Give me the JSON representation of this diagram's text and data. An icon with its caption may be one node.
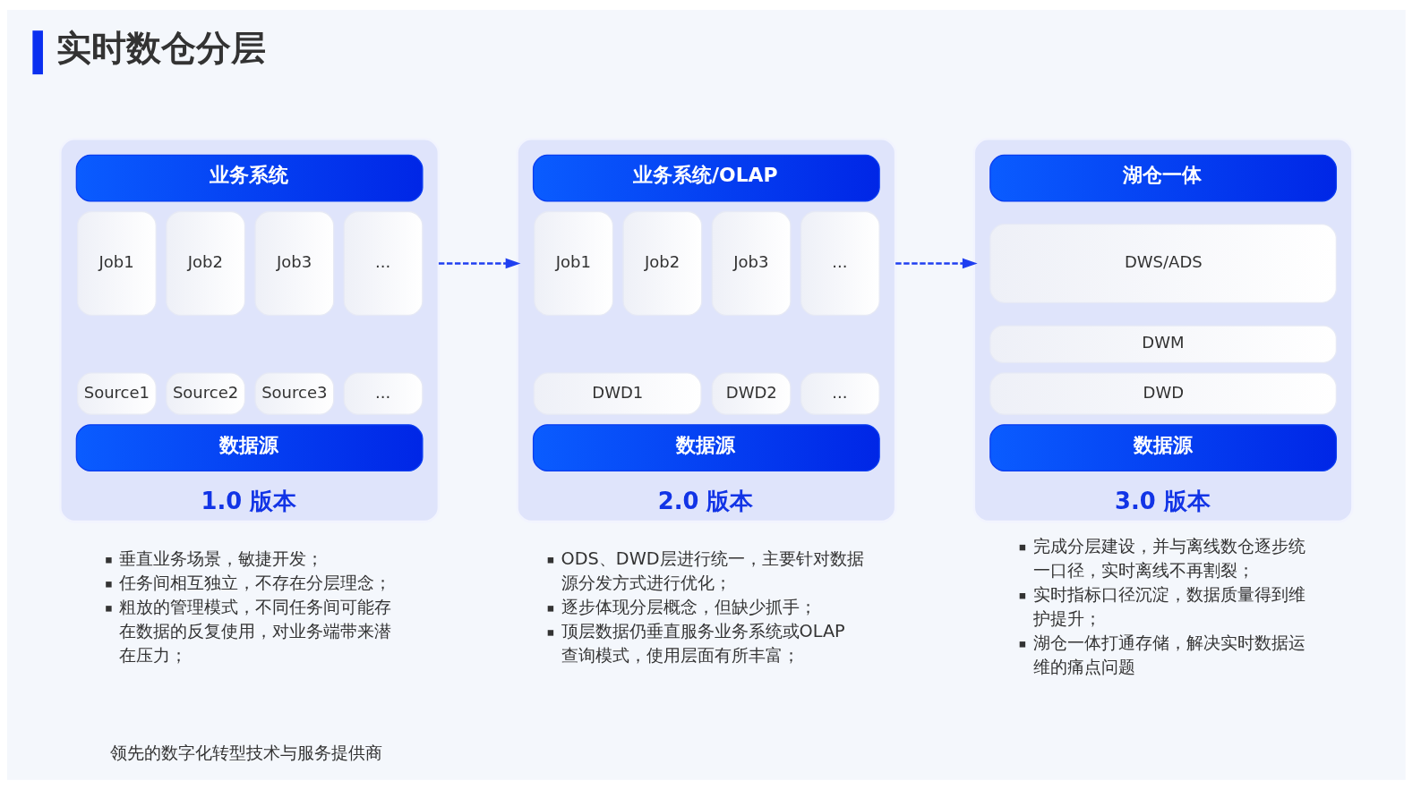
{
  "diagram": {
    "title": "实时数仓分层",
    "nodes": [
      {
        "text": [
          "1.0 版本"
        ],
        "beside": [
          "垂直业务场景，敏捷开发；",
          "任务间相互独立，不存在分层理念；",
          "粗放的管理模式，不同任务间可能存在数据的反复使用，对业务端带来潜在压力；"
        ]
      },
      {
        "text": [
          "业务系统"
        ],
        "in": 0
      },
      {
        "text": [
          "Job1"
        ],
        "in": 0
      },
      {
        "text": [
          "Job2"
        ],
        "in": 0
      },
      {
        "text": [
          "Job3"
        ],
        "in": 0
      },
      {
        "text": [
          "..."
        ],
        "in": 0
      },
      {
        "text": [
          "Source1"
        ],
        "in": 0
      },
      {
        "text": [
          "Source2"
        ],
        "in": 0
      },
      {
        "text": [
          "Source3"
        ],
        "in": 0
      },
      {
        "text": [
          "..."
        ],
        "in": 0
      },
      {
        "text": [
          "数据源"
        ],
        "in": 0
      },
      {
        "text": [
          "2.0 版本"
        ],
        "beside": [
          "ODS、DWD层进行统一，主要针对数据源分发方式进行优化；",
          "逐步体现分层概念，但缺少抓手；",
          "顶层数据仍垂直服务业务系统或OLAP查询模式，使用层面有所丰富；"
        ]
      },
      {
        "text": [
          "业务系统/OLAP"
        ],
        "in": 11
      },
      {
        "text": [
          "Job1"
        ],
        "in": 11
      },
      {
        "text": [
          "Job2"
        ],
        "in": 11
      },
      {
        "text": [
          "Job3"
        ],
        "in": 11
      },
      {
        "text": [
          "..."
        ],
        "in": 11
      },
      {
        "text": [
          "DWD1"
        ],
        "in": 11
      },
      {
        "text": [
          "DWD2"
        ],
        "in": 11
      },
      {
        "text": [
          "..."
        ],
        "in": 11
      },
      {
        "text": [
          "数据源"
        ],
        "in": 11
      },
      {
        "text": [
          "3.0 版本"
        ],
        "beside": [
          "完成分层建设，并与离线数仓逐步统一口径，实时离线不再割裂；",
          "实时指标口径沉淀，数据质量得到维护提升；",
          "湖仓一体打通存储，解决实时数据运维的痛点问题"
        ]
      },
      {
        "text": [
          "湖仓一体"
        ],
        "in": 21
      },
      {
        "text": [
          "DWS/ADS"
        ],
        "in": 21
      },
      {
        "text": [
          "DWM"
        ],
        "in": 21
      },
      {
        "text": [
          "DWD"
        ],
        "in": 21
      },
      {
        "text": [
          "数据源"
        ],
        "in": 21
      }
    ],
    "edges": [
      {
        "from": 0,
        "to": 11,
        "arrow": "to",
        "style": "dashed"
      },
      {
        "from": 11,
        "to": 21,
        "arrow": "to",
        "style": "dashed"
      }
    ],
    "labels": [
      "领先的数字化转型技术与服务提供商"
    ]
  }
}
